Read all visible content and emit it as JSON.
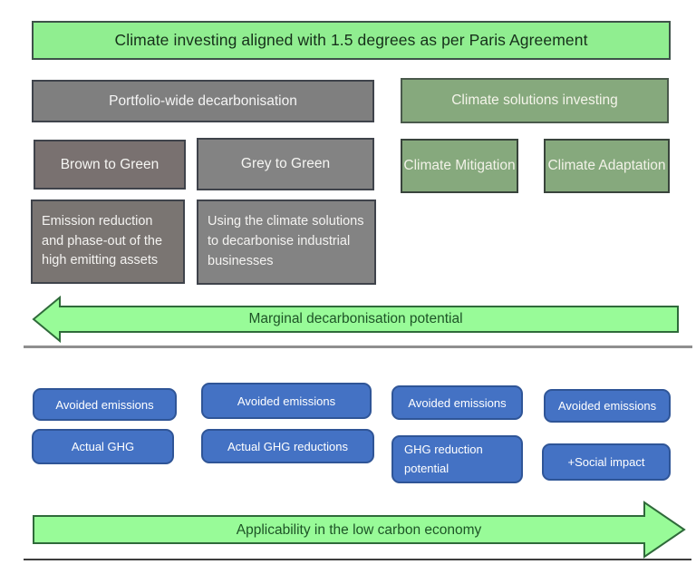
{
  "banner": {
    "label": "Climate investing aligned with 1.5 degrees as per Paris Agreement"
  },
  "columns": {
    "portfolio": {
      "header": "Portfolio-wide decarbonisation",
      "strategies": [
        {
          "title": "Brown to Green",
          "description": "Emission reduction and phase-out of the high emitting assets"
        },
        {
          "title": "Grey to Green",
          "description": "Using the climate solutions to decarbonise industrial businesses"
        }
      ]
    },
    "climate_solutions": {
      "header": "Climate solutions investing",
      "strategies": [
        {
          "title": "Climate Mitigation"
        },
        {
          "title": "Climate Adaptation"
        }
      ]
    }
  },
  "arrows": {
    "decarbonisation": "Marginal decarbonisation potential",
    "applicability": "Applicability in the low carbon economy"
  },
  "metrics": {
    "row1": [
      "Avoided emissions",
      "Avoided emissions",
      "Avoided emissions",
      "Avoided emissions"
    ],
    "row2": [
      "Actual GHG",
      "Actual GHG reductions",
      "GHG reduction potential",
      "+Social impact"
    ]
  },
  "colors": {
    "banner_green": "#90ee90",
    "arrow_green": "#98fb98",
    "arrow_border": "#2f6a3a",
    "sage_green": "#86a97d",
    "gray_header": "#7f7f7f",
    "gray_brown": "#797170",
    "gray_neutral": "#838383",
    "metric_blue": "#4472c4",
    "metric_border": "#2f5597",
    "dark_text_green": "#16301a"
  }
}
